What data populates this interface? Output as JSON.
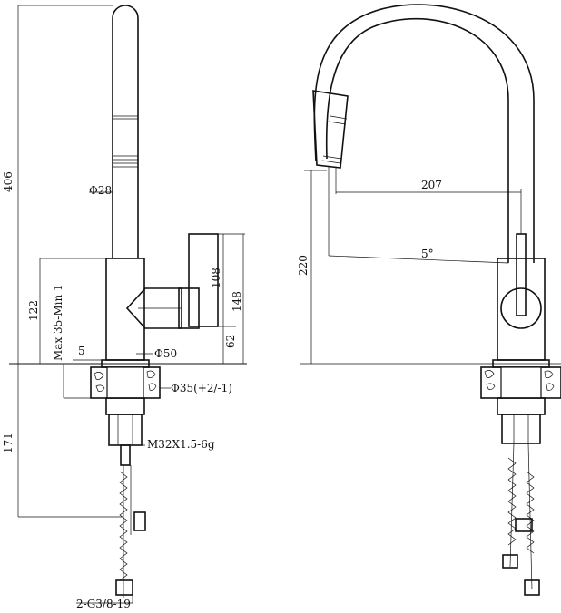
{
  "drawing": {
    "left_view": {
      "dim_height_total": "406",
      "dim_spout_dia": "Φ28",
      "dim_base_height": "122",
      "dim_handle_len": "108",
      "dim_handle_total": "148",
      "dim_handle_offset": "62",
      "dim_counter_thickness": "Max 35-Min 1",
      "dim_small_offset": "5",
      "dim_body_dia": "Φ50",
      "dim_hole_dia": "Φ35(+2/-1)",
      "dim_under_height": "171",
      "dim_thread": "M32X1.5-6g",
      "dim_hose_conn": "2-G3/8-19"
    },
    "right_view": {
      "dim_reach": "207",
      "dim_spray_height": "220",
      "dim_angle": "5°"
    }
  }
}
